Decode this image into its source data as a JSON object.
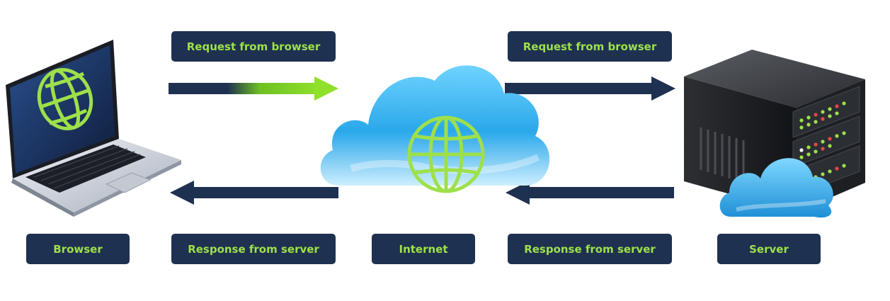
{
  "nodes": {
    "browser": "Browser",
    "internet": "Internet",
    "server": "Server"
  },
  "arrows": {
    "request_left": "Request from browser",
    "request_right": "Request from browser",
    "response_left": "Response from server",
    "response_right": "Response from server"
  },
  "colors": {
    "label_bg": "#1f3150",
    "label_text": "#9ee04a",
    "arrow": "#1f3150",
    "arrow_highlight": "#8ee02a",
    "cloud": "#2aa8ea",
    "globe": "#9ee04a"
  },
  "icons": [
    "laptop-globe-icon",
    "cloud-globe-icon",
    "server-cloud-icon"
  ]
}
